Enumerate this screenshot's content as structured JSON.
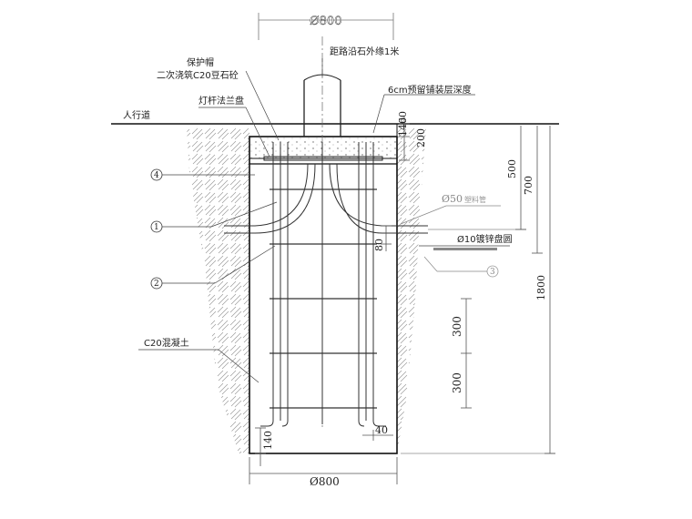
{
  "dimensions": {
    "top_diameter": "Ø800",
    "bottom_diameter": "Ø800",
    "d200": "200",
    "d140_60": "140",
    "d60": "60",
    "d500": "500",
    "d700": "700",
    "d1800": "1800",
    "d80": "80",
    "d300a": "300",
    "d300b": "300",
    "d40": "40",
    "d140": "140"
  },
  "labels": {
    "curb_distance": "距路沿石外缘1米",
    "protective_cap": "保护帽",
    "secondary_pour": "二次浇筑C20豆石砼",
    "reserved_paving": "6cm预留铺装层深度",
    "flange": "灯杆法兰盘",
    "sidewalk": "人行道",
    "pipe50": "Ø50",
    "pipe50_note": "塑料管",
    "ring10": "Ø10镀锌盘圆",
    "concrete": "C20混凝土"
  },
  "callouts": {
    "c4": "4",
    "c1": "1",
    "c2": "2",
    "c3": "3"
  }
}
